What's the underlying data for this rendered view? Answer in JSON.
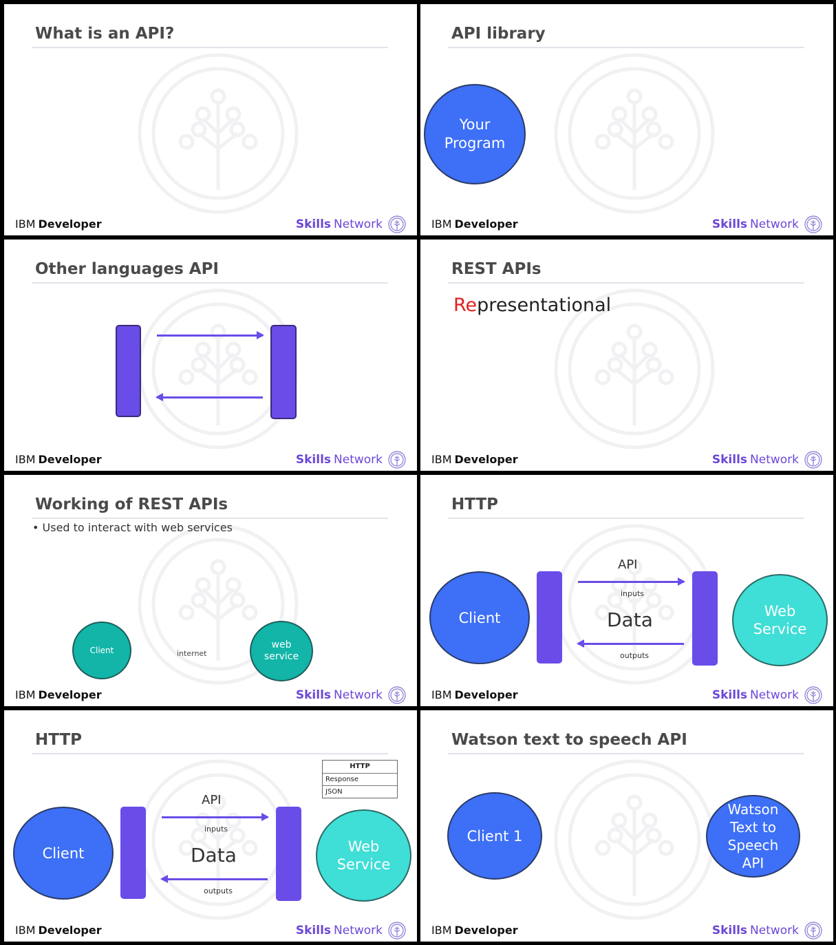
{
  "footer": {
    "ibm": "IBM",
    "developer": "Developer",
    "skills": "Skills",
    "network": "Network"
  },
  "colors": {
    "client_blue": "#3d6ff7",
    "service_teal": "#3fded6",
    "client_teal_dark": "#12b5a8",
    "api_purple": "#6a4ce8",
    "skills_purple": "#6b47d6",
    "highlight_red": "#e02020"
  },
  "slides": [
    {
      "title": "What is an API?"
    },
    {
      "title": "API library",
      "program": "Your Program"
    },
    {
      "title": "Other languages API"
    },
    {
      "title": "REST APIs",
      "word_highlight": "Re",
      "word_rest": "presentational"
    },
    {
      "title": "Working of REST APIs",
      "bullet": "• Used to interact with  web services",
      "client": "Client",
      "internet": "internet",
      "service": "web service"
    },
    {
      "title": "HTTP",
      "client": "Client",
      "api": "API",
      "inputs": "inputs",
      "data": "Data",
      "outputs": "outputs",
      "service": "Web Service"
    },
    {
      "title": "HTTP",
      "client": "Client",
      "api": "API",
      "inputs": "inputs",
      "data": "Data",
      "outputs": "outputs",
      "service": "Web Service",
      "box": {
        "header": "HTTP",
        "row1": "Response",
        "row2": "JSON"
      }
    },
    {
      "title": "Watson text to speech API",
      "client": "Client 1",
      "service": "Watson Text to Speech API"
    }
  ]
}
